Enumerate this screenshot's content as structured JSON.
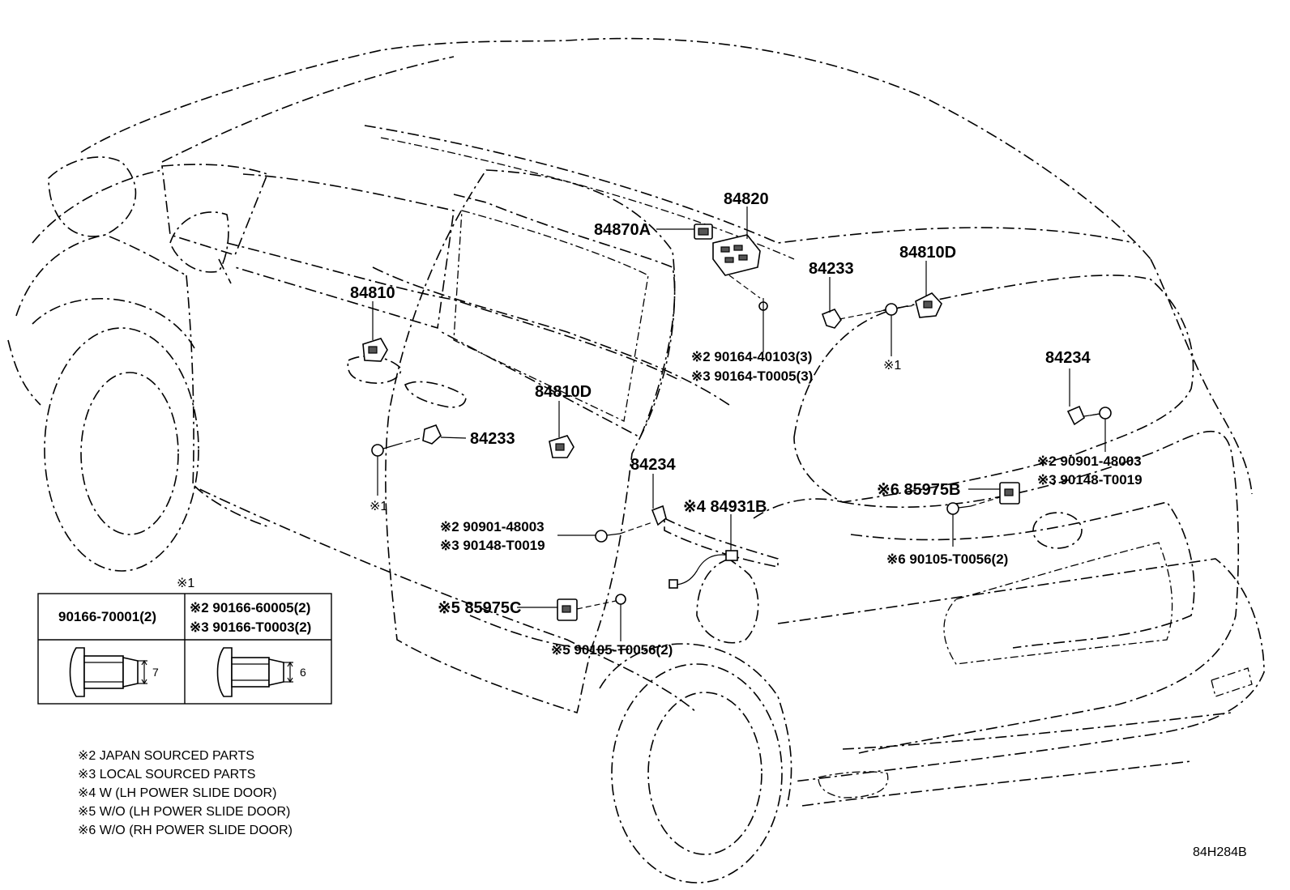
{
  "labels": {
    "p84820": "84820",
    "p84870A": "84870A",
    "p84233_top": "84233",
    "p84810D_top": "84810D",
    "p84810": "84810",
    "p84810D_mid": "84810D",
    "p84233_left": "84233",
    "p84234_mid": "84234",
    "p84234_right": "84234",
    "note_x1_top": "※1",
    "note_x1_left": "※1",
    "note_90164_40103": "※2 90164-40103(3)",
    "note_90164_T0005": "※3 90164-T0005(3)",
    "note_90901_right": "※2 90901-48003",
    "note_90148_right": "※3 90148-T0019",
    "note_85975B": "※6 85975B",
    "note_90105_right": "※6 90105-T0056(2)",
    "note_84931B": "※4 84931B",
    "note_90901_mid": "※2 90901-48003",
    "note_90148_mid": "※3 90148-T0019",
    "note_85975C": "※5 85975C",
    "note_90105_mid": "※5 90105-T0056(2)"
  },
  "inset": {
    "title": "※1",
    "left_header": "90166-70001(2)",
    "right_header_1": "※2 90166-60005(2)",
    "right_header_2": "※3 90166-T0003(2)",
    "left_dim": "7",
    "right_dim": "6"
  },
  "legend": [
    "※2 JAPAN SOURCED PARTS",
    "※3 LOCAL SOURCED PARTS",
    "※4 W (LH POWER SLIDE DOOR)",
    "※5 W/O (LH POWER SLIDE DOOR)",
    "※6 W/O (RH POWER SLIDE DOOR)"
  ],
  "figure_code": "84H284B"
}
